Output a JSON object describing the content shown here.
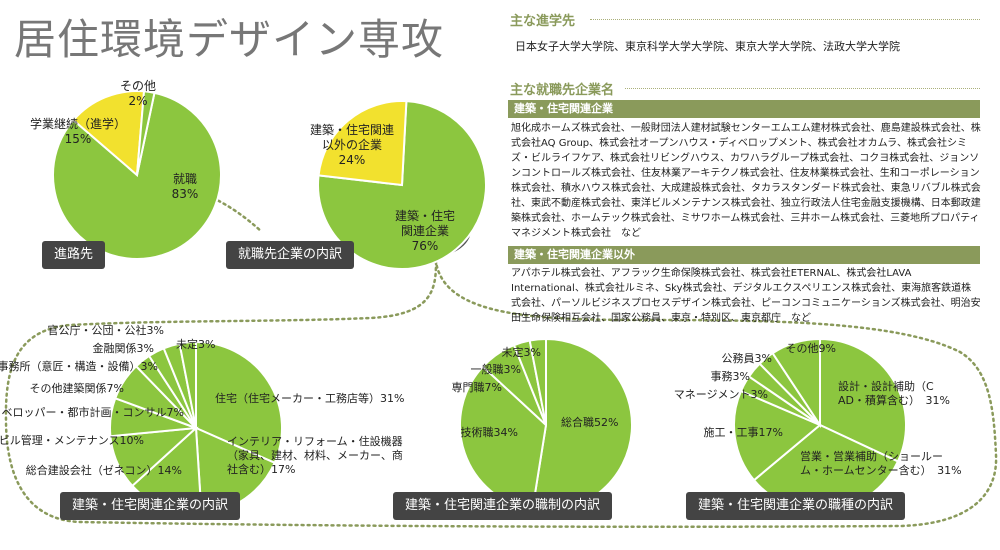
{
  "page_title": "居住環境デザイン専攻",
  "colors": {
    "green": "#8cc63f",
    "yellow": "#f2e12e",
    "dark": "#444444",
    "olive": "#8a9a5b"
  },
  "grad_school": {
    "heading": "主な進学先",
    "text": "日本女子大学大学院、東京科学大学大学院、東京大学大学院、法政大学大学院"
  },
  "employers": {
    "heading": "主な就職先企業名",
    "group1_label": "建築・住宅関連企業",
    "group1_text": "旭化成ホームズ株式会社、一般財団法人建材試験センターエムエム建材株式会社、鹿島建設株式会社、株式会社AQ Group、株式会社オープンハウス・ディベロップメント、株式会社オカムラ、株式会社シミズ・ビルライフケア、株式会社リビングハウス、カワハラグループ株式会社、コクヨ株式会社、ジョンソンコントロールズ株式会社、住友林業アーキテクノ株式会社、住友林業株式会社、生和コーポレーション株式会社、積水ハウス株式会社、大成建設株式会社、タカラスタンダード株式会社、東急リバブル株式会社、東武不動産株式会社、東洋ビルメンテナンス株式会社、独立行政法人住宅金融支援機構、日本郵政建築株式会社、ホームテック株式会社、ミサワホーム株式会社、三井ホーム株式会社、三菱地所プロパティマネジメント株式会社　など",
    "group2_label": "建築・住宅関連企業以外",
    "group2_text": "アパホテル株式会社、アフラック生命保険株式会社、株式会社ETERNAL、株式会社LAVA International、株式会社ルミネ、Sky株式会社、デジタルエクスペリエンス株式会社、東海旅客鉄道株式会社、パーソルビジネスプロセスデザイン株式会社、ピーコンコミュニケーションズ株式会社、明治安田生命保険相互会社、国家公務員、東京・特別区、東京都庁　など"
  },
  "chart_data": [
    {
      "type": "pie",
      "title": "進路先",
      "slices": [
        {
          "label": "就職",
          "value": 83,
          "color": "#8cc63f"
        },
        {
          "label": "学業継続（進学）",
          "value": 15,
          "color": "#f2e12e"
        },
        {
          "label": "その他",
          "value": 2,
          "color": "#8cc63f"
        }
      ]
    },
    {
      "type": "pie",
      "title": "就職先企業の内訳",
      "slices": [
        {
          "label": "建築・住宅関連企業",
          "value": 76,
          "color": "#8cc63f"
        },
        {
          "label": "建築・住宅関連以外の企業",
          "value": 24,
          "color": "#f2e12e"
        }
      ]
    },
    {
      "type": "pie",
      "title": "建築・住宅関連企業の内訳",
      "slices": [
        {
          "label": "住宅（住宅メーカー・工務店等）",
          "value": 31
        },
        {
          "label": "インテリア・リフォーム・住設機器（家具、建材、材料、メーカー、商社含む）",
          "value": 17
        },
        {
          "label": "総合建設会社（ゼネコン）",
          "value": 14
        },
        {
          "label": "ビル管理・メンテナンス",
          "value": 10
        },
        {
          "label": "ディベロッパー・都市計画・コンサル",
          "value": 7
        },
        {
          "label": "その他建築関係",
          "value": 7
        },
        {
          "label": "設計事務所（意匠・構造・設備）",
          "value": 3
        },
        {
          "label": "金融関係",
          "value": 3
        },
        {
          "label": "官公庁・公団・公社",
          "value": 3
        },
        {
          "label": "未定",
          "value": 3
        }
      ]
    },
    {
      "type": "pie",
      "title": "建築・住宅関連企業の職制の内訳",
      "slices": [
        {
          "label": "総合職",
          "value": 52
        },
        {
          "label": "技術職",
          "value": 34
        },
        {
          "label": "専門職",
          "value": 7
        },
        {
          "label": "一般職",
          "value": 3
        },
        {
          "label": "未定",
          "value": 3
        }
      ]
    },
    {
      "type": "pie",
      "title": "建築・住宅関連企業の職種の内訳",
      "slices": [
        {
          "label": "設計・設計補助（CAD・積算含む）",
          "value": 31
        },
        {
          "label": "営業・営業補助（ショールーム・ホームセンター含む）",
          "value": 31
        },
        {
          "label": "施工・工事",
          "value": 17
        },
        {
          "label": "マネージメント",
          "value": 3
        },
        {
          "label": "事務",
          "value": 3
        },
        {
          "label": "公務員",
          "value": 3
        },
        {
          "label": "その他",
          "value": 9
        }
      ]
    }
  ]
}
